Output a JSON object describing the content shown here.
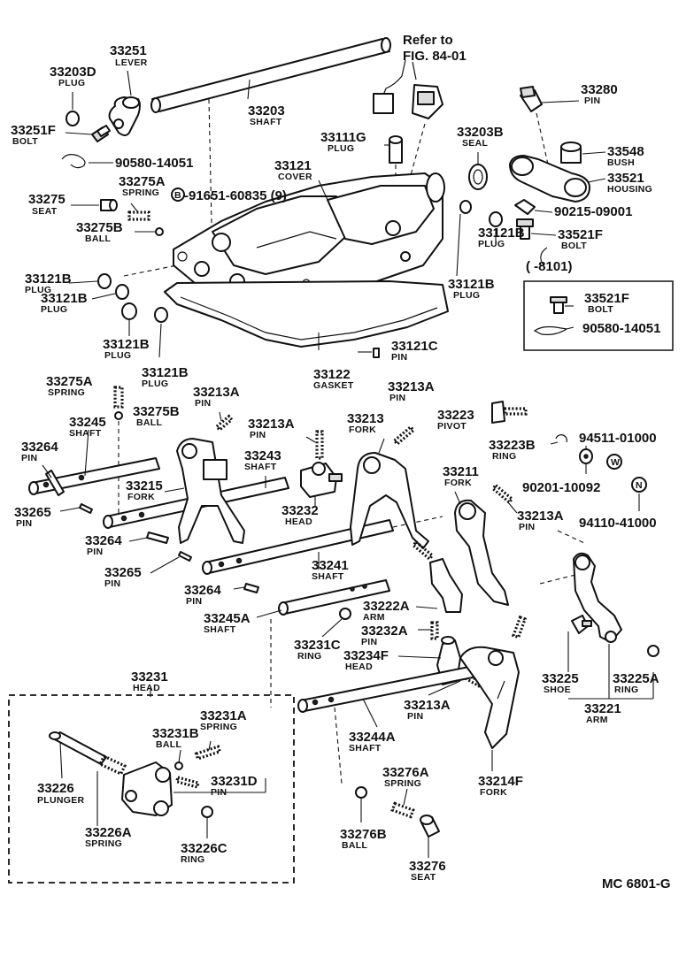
{
  "figure_code": "MC 6801-G",
  "reference": {
    "line1": "Refer to",
    "line2": "FIG. 84-01"
  },
  "range_note": "( -8101)",
  "callouts": {
    "c33203D": {
      "num": "33203D",
      "name": "PLUG"
    },
    "c33251": {
      "num": "33251",
      "name": "LEVER"
    },
    "c33251F": {
      "num": "33251F",
      "name": "BOLT"
    },
    "c90580a": {
      "num": "90580-14051"
    },
    "c33203": {
      "num": "33203",
      "name": "SHAFT"
    },
    "c33111G": {
      "num": "33111G",
      "name": "PLUG"
    },
    "c33121": {
      "num": "33121",
      "name": "COVER"
    },
    "c33275A": {
      "num": "33275A",
      "name": "SPRING"
    },
    "c91651": {
      "num": "-91651-60835 (9)"
    },
    "c33275": {
      "num": "33275",
      "name": "SEAT"
    },
    "c33275B": {
      "num": "33275B",
      "name": "BALL"
    },
    "c33203B": {
      "num": "33203B",
      "name": "SEAL"
    },
    "c33280": {
      "num": "33280",
      "name": "PIN"
    },
    "c33548": {
      "num": "33548",
      "name": "BUSH"
    },
    "c33521": {
      "num": "33521",
      "name": "HOUSING"
    },
    "c90215": {
      "num": "90215-09001"
    },
    "c33521F": {
      "num": "33521F",
      "name": "BOLT"
    },
    "c33121B_r1": {
      "num": "33121B",
      "name": "PLUG"
    },
    "c33121B_r2": {
      "num": "33121B",
      "name": "PLUG"
    },
    "c33121B_l1": {
      "num": "33121B",
      "name": "PLUG"
    },
    "c33121B_l2": {
      "num": "33121B",
      "name": "PLUG"
    },
    "c33121B_l3": {
      "num": "33121B",
      "name": "PLUG"
    },
    "c33121B_l4": {
      "num": "33121B",
      "name": "PLUG"
    },
    "c33521F_box": {
      "num": "33521F",
      "name": "BOLT"
    },
    "c90580b": {
      "num": "90580-14051"
    },
    "c33121C": {
      "num": "33121C",
      "name": "PIN"
    },
    "c33122": {
      "num": "33122",
      "name": "GASKET"
    },
    "c33275A_2": {
      "num": "33275A",
      "name": "SPRING"
    },
    "c33275B_2": {
      "num": "33275B",
      "name": "BALL"
    },
    "c33213A_1": {
      "num": "33213A",
      "name": "PIN"
    },
    "c33213A_2": {
      "num": "33213A",
      "name": "PIN"
    },
    "c33213A_3": {
      "num": "33213A",
      "name": "PIN"
    },
    "c33213A_4": {
      "num": "33213A",
      "name": "PIN"
    },
    "c33213A_5": {
      "num": "33213A",
      "name": "PIN"
    },
    "c33213": {
      "num": "33213",
      "name": "FORK"
    },
    "c33223": {
      "num": "33223",
      "name": "PIVOT"
    },
    "c33245": {
      "num": "33245",
      "name": "SHAFT"
    },
    "c33264_1": {
      "num": "33264",
      "name": "PIN"
    },
    "c33243": {
      "num": "33243",
      "name": "SHAFT"
    },
    "c33223B": {
      "num": "33223B",
      "name": "RING"
    },
    "c94511": {
      "num": "94511-01000"
    },
    "c90201": {
      "num": "90201-10092"
    },
    "c94110": {
      "num": "94110-41000"
    },
    "c33215": {
      "num": "33215",
      "name": "FORK"
    },
    "c33232": {
      "num": "33232",
      "name": "HEAD"
    },
    "c33211": {
      "num": "33211",
      "name": "FORK"
    },
    "c33265_1": {
      "num": "33265",
      "name": "PIN"
    },
    "c33264_2": {
      "num": "33264",
      "name": "PIN"
    },
    "c33265_2": {
      "num": "33265",
      "name": "PIN"
    },
    "c33241": {
      "num": "33241",
      "name": "SHAFT"
    },
    "c33264_3": {
      "num": "33264",
      "name": "PIN"
    },
    "c33222A": {
      "num": "33222A",
      "name": "ARM"
    },
    "c33245A": {
      "num": "33245A",
      "name": "SHAFT"
    },
    "c33231C": {
      "num": "33231C",
      "name": "RING"
    },
    "c33232A": {
      "num": "33232A",
      "name": "PIN"
    },
    "c33234F": {
      "num": "33234F",
      "name": "HEAD"
    },
    "c33225": {
      "num": "33225",
      "name": "SHOE"
    },
    "c33225A": {
      "num": "33225A",
      "name": "RING"
    },
    "c33231": {
      "num": "33231",
      "name": "HEAD"
    },
    "c33231A": {
      "num": "33231A",
      "name": "SPRING"
    },
    "c33231B": {
      "num": "33231B",
      "name": "BALL"
    },
    "c33231D": {
      "num": "33231D",
      "name": "PIN"
    },
    "c33226": {
      "num": "33226",
      "name": "PLUNGER"
    },
    "c33226A": {
      "num": "33226A",
      "name": "SPRING"
    },
    "c33226C": {
      "num": "33226C",
      "name": "RING"
    },
    "c33244A": {
      "num": "33244A",
      "name": "SHAFT"
    },
    "c33221": {
      "num": "33221",
      "name": "ARM"
    },
    "c33214F": {
      "num": "33214F",
      "name": "FORK"
    },
    "c33276A": {
      "num": "33276A",
      "name": "SPRING"
    },
    "c33276B": {
      "num": "33276B",
      "name": "BALL"
    },
    "c33276": {
      "num": "33276",
      "name": "SEAT"
    }
  },
  "symbols": {
    "bolt_marker": "B",
    "washer_marker": "W",
    "nut_marker": "N"
  }
}
